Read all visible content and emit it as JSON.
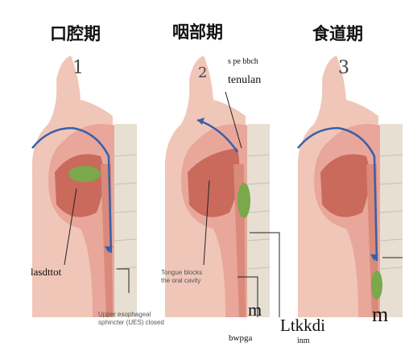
{
  "titles": [
    "口腔期",
    "咽部期",
    "食道期"
  ],
  "panel_numbers": [
    "1",
    "2",
    "3"
  ],
  "labels": {
    "top_small": "s pe bbch",
    "tenulan": "tenulan",
    "lasdttot": "lasdttot",
    "tongue_blocks_1": "Tongue blocks",
    "tongue_blocks_2": "the oral cavity",
    "ues_1": "Upper esophageal",
    "ues_2": "sphincter (UES) closed",
    "m_middle": "m",
    "m_right": "m",
    "ltkkdi": "Ltkkdi",
    "bwpga": "bwpga",
    "inm": "inm"
  },
  "colors": {
    "tissue": "#e8a79a",
    "tissue_dark": "#c96a5c",
    "mouth_cavity": "#d98a7a",
    "bolus": "#7aa84a",
    "airflow_arrow": "#3a5fa8",
    "spine": "#e6dfd2",
    "nose": "#f0c6b8"
  }
}
